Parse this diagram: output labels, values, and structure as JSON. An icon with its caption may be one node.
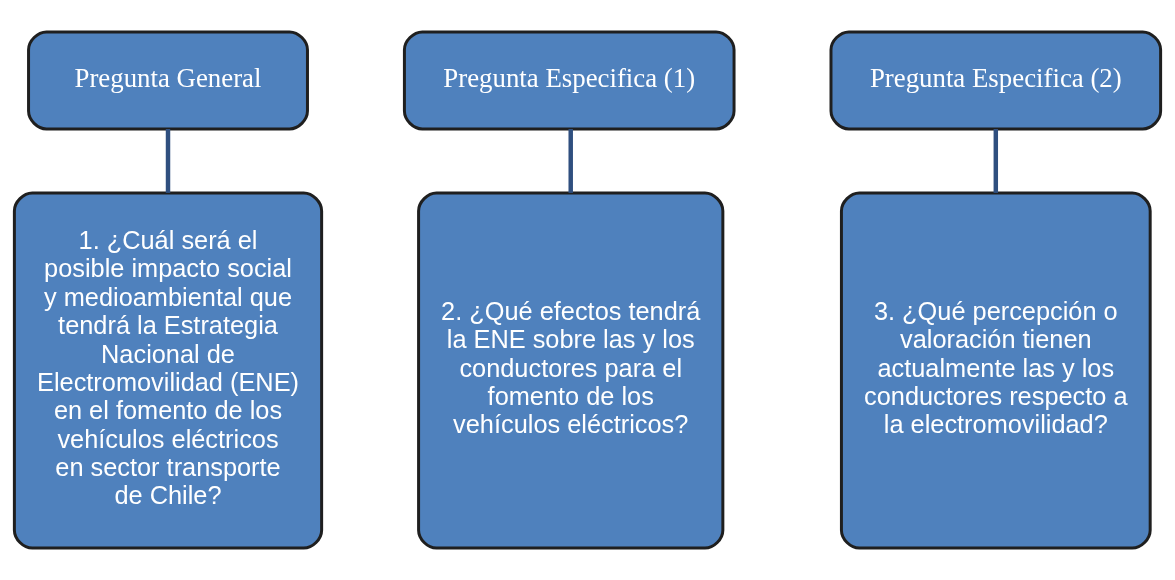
{
  "diagram": {
    "nodes": [
      {
        "text": [
          "Pregunta General"
        ]
      },
      {
        "text": [
          "1. ¿Cuál será el posible impacto social y medioambiental que tendrá la Estrategia Nacional de Electromovilidad (ENE) en el fomento de los vehículos eléctricos en sector transporte de Chile?"
        ]
      },
      {
        "text": [
          "Pregunta Especifica (1)"
        ]
      },
      {
        "text": [
          "2. ¿Qué efectos tendrá la ENE sobre las y los conductores para el fomento de los vehículos eléctricos?"
        ]
      },
      {
        "text": [
          "Pregunta Especifica (2)"
        ]
      },
      {
        "text": [
          "3. ¿Qué percepción o valoración tienen actualmente las y los conductores respecto a la electromovilidad?"
        ]
      }
    ],
    "edges": [
      {
        "from": 0,
        "to": 1,
        "arrow": "none"
      },
      {
        "from": 2,
        "to": 3,
        "arrow": "none"
      },
      {
        "from": 4,
        "to": 5,
        "arrow": "none"
      }
    ]
  }
}
